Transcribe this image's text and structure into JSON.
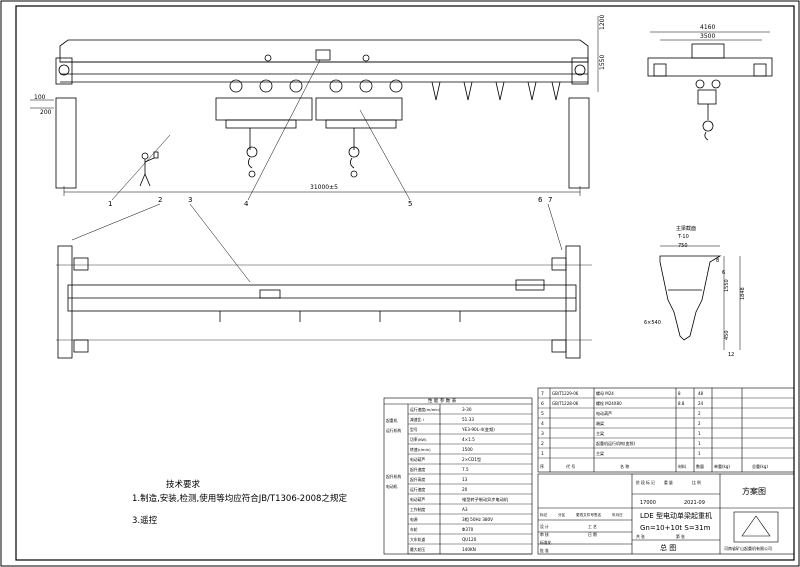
{
  "callouts": [
    "1",
    "2",
    "3",
    "4",
    "5",
    "6",
    "7"
  ],
  "dimensions": {
    "span": "31000±5",
    "gauge_height": "1550",
    "top_margin": "1200",
    "left_small": "100",
    "left_200": "200",
    "end_overall_width": "4160",
    "end_wheelbase": "3500",
    "girder_top_plate": "主梁截面",
    "girder_plate_thickness": "T-10",
    "girder_flange_width": "750",
    "girder_section_height": "1550",
    "girder_total_height": "1848",
    "girder_bottom_450": "450",
    "girder_web_left": "6×540",
    "girder_small_12": "12",
    "girder_small_8": "8",
    "girder_small_6": "6"
  },
  "tech_notes": {
    "title": "技术要求",
    "items": [
      "1.制造,安装,检测,使用等均应符合JB/T1306-2008之规定",
      "3.遥控"
    ]
  },
  "spec_table": {
    "header": "性 能 参 数 表",
    "rows": [
      [
        "运行速度(m/min)",
        "3-30"
      ],
      [
        "减速比 i",
        "51.33"
      ],
      [
        "型号",
        "YE3-90L-4(变频)"
      ],
      [
        "功率(KW)",
        "4×1.5"
      ],
      [
        "转速(r/min)",
        "1500"
      ],
      [
        "电动葫芦",
        "2×CD1型"
      ],
      [
        "起升速度",
        "7.5"
      ],
      [
        "起升高度",
        "13"
      ],
      [
        "运行速度",
        "20"
      ],
      [
        "电动葫芦",
        "锥型转子制动异步电动机"
      ],
      [
        "工作制度",
        "A3"
      ],
      [
        "电源",
        "3相 50Hz 380V"
      ],
      [
        "车轮",
        "Φ370"
      ],
      [
        "大车轨道",
        "QU120"
      ],
      [
        "最大轮压",
        "140KN"
      ]
    ],
    "group_labels": [
      "起重机",
      "运行机构",
      "起升机构",
      "电动机"
    ]
  },
  "parts_list": {
    "rows": [
      [
        "7",
        "GB/T1229-06",
        "螺母 M24",
        "8",
        "48"
      ],
      [
        "6",
        "GB/T1228-06",
        "螺栓 M24X80",
        "8.8",
        "24"
      ],
      [
        "5",
        "",
        "电动葫芦",
        "",
        "2"
      ],
      [
        "4",
        "",
        "端梁",
        "",
        "2"
      ],
      [
        "3",
        "",
        "主梁",
        "",
        "1"
      ],
      [
        "2",
        "",
        "起重机运行机构(变频)",
        "",
        "1"
      ],
      [
        "1",
        "",
        "主梁",
        "",
        "1"
      ]
    ],
    "header": [
      "序",
      "代 号",
      "名 称",
      "材料",
      "数量",
      "单重(kg)",
      "总重(kg)"
    ]
  },
  "title_block": {
    "scheme_label": "方案图",
    "product_line1": "LDE 型电动单梁起重机",
    "product_line2": "Gn=10+10t  S=31m",
    "drawing_name": "总  图",
    "weight": "17000",
    "date": "2021-09",
    "company": "河南省矿山起重机有限公司",
    "designer_labels": [
      "标记",
      "分区",
      "更改文件号",
      "签名",
      "年月日"
    ],
    "approval_labels": [
      "设 计",
      "审 核",
      "标准化",
      "批 准",
      "工 艺",
      "日 期"
    ],
    "scale_labels": [
      "阶 段 标 记",
      "重 量",
      "比 例"
    ],
    "sheet_labels": [
      "共 张",
      "第 张"
    ]
  }
}
